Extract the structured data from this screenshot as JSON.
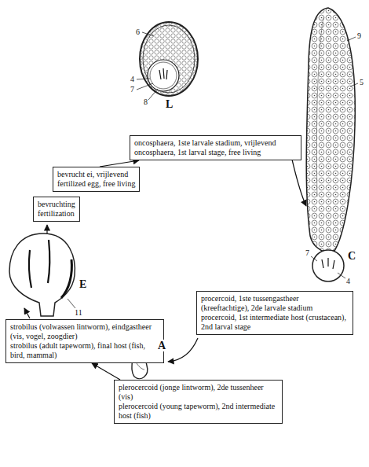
{
  "diagram": {
    "nodes": [
      {
        "text": [
          "oncosphaera, 1ste larvale stadium, vrijlevend",
          "oncosphaera, 1st larval stage, free living"
        ]
      },
      {
        "text": [
          "bevrucht ei, vrijlevend",
          "fertilized egg, free living"
        ]
      },
      {
        "text": [
          "bevruchting",
          "fertilization"
        ]
      },
      {
        "text": [
          "procercoid, 1ste tussengastheer (kreeftachtige), 2de larvale stadium",
          "procercoid, 1st intermediate host (crustacean), 2nd larval stage"
        ]
      },
      {
        "text": [
          "plerocercoid (jonge lintworm), 2de tussenheer (vis)",
          "plerocercoid (young tapeworm), 2nd intermediate host (fish)"
        ]
      },
      {
        "text": [
          "strobilus (volwassen lintworm), eindgastheer (vis, vogel, zoogdier)",
          "strobilus (adult tapeworm), final host (fish, bird, mammal)"
        ]
      }
    ],
    "edges": [
      {
        "from": 1,
        "to": 0,
        "arrow": "to"
      },
      {
        "from": 4,
        "to": 5,
        "arrow": "to"
      }
    ],
    "labels": [
      "6",
      "4",
      "7",
      "8",
      "L",
      "9",
      "5",
      "7",
      "4",
      "C",
      "A",
      "11",
      "E"
    ]
  }
}
